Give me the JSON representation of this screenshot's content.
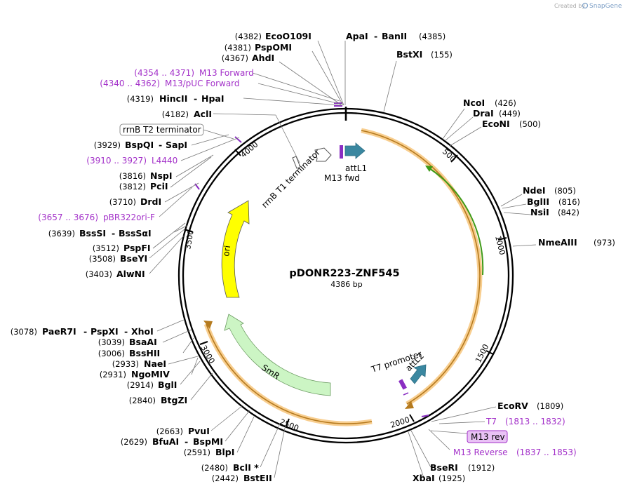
{
  "plasmid": {
    "name": "pDONR223-ZNF545",
    "size": "4386 bp"
  },
  "credit": {
    "prefix": "Created by",
    "brand": "SnapGene"
  },
  "ticks": [
    "500",
    "1000",
    "1500",
    "2000",
    "2500",
    "3000",
    "3500",
    "4000"
  ],
  "colors": {
    "primer": "#a331c9",
    "ori": "#ffff00",
    "smr": "#ccf5c4",
    "att": "#3a87a0",
    "ampr_halo": "#f7c67b",
    "orf_line": "#3f9a17"
  },
  "sites": [
    {
      "name": "EcoO109I",
      "pos": "(4382)"
    },
    {
      "name": "PspOMI",
      "pos": "(4381)"
    },
    {
      "name": "AhdI",
      "pos": "(4367)"
    },
    {
      "name": "HincII",
      "sep": "-",
      "name2": "HpaI",
      "pos": "(4319)"
    },
    {
      "name": "AclI",
      "pos": "(4182)"
    },
    {
      "name": "BspQI",
      "sep": "-",
      "name2": "SapI",
      "pos": "(3929)"
    },
    {
      "name": "NspI",
      "pos": "(3816)"
    },
    {
      "name": "PciI",
      "pos": "(3812)"
    },
    {
      "name": "DrdI",
      "pos": "(3710)"
    },
    {
      "name": "BssSI",
      "sep": "-",
      "name2": "BssSαI",
      "pos": "(3639)"
    },
    {
      "name": "PspFI",
      "pos": "(3512)"
    },
    {
      "name": "BseYI",
      "pos": "(3508)"
    },
    {
      "name": "AlwNI",
      "pos": "(3403)"
    },
    {
      "name": "PaeR7I",
      "sep": "-",
      "name2": "PspXI",
      "sep2": "-",
      "name3": "XhoI",
      "pos": "(3078)"
    },
    {
      "name": "BsaAI",
      "pos": "(3039)"
    },
    {
      "name": "BssHII",
      "pos": "(3006)"
    },
    {
      "name": "NaeI",
      "pos": "(2933)"
    },
    {
      "name": "NgoMIV",
      "pos": "(2931)"
    },
    {
      "name": "BglI",
      "pos": "(2914)"
    },
    {
      "name": "BtgZI",
      "pos": "(2840)"
    },
    {
      "name": "PvuI",
      "pos": "(2663)"
    },
    {
      "name": "BfuAI",
      "sep": "-",
      "name2": "BspMI",
      "pos": "(2629)"
    },
    {
      "name": "BlpI",
      "pos": "(2591)"
    },
    {
      "name": "BclI *",
      "pos": "(2480)"
    },
    {
      "name": "BstEII",
      "pos": "(2442)"
    },
    {
      "name": "ApaI",
      "sep": "-",
      "name2": "BanII",
      "pos": "(4385)"
    },
    {
      "name": "BstXI",
      "pos": "(155)"
    },
    {
      "name": "NcoI",
      "pos": "(426)"
    },
    {
      "name": "DraI",
      "pos": "(449)"
    },
    {
      "name": "EcoNI",
      "pos": "(500)"
    },
    {
      "name": "NdeI",
      "pos": "(805)"
    },
    {
      "name": "BglII",
      "pos": "(816)"
    },
    {
      "name": "NsiI",
      "pos": "(842)"
    },
    {
      "name": "NmeAIII",
      "pos": "(973)"
    },
    {
      "name": "EcoRV",
      "pos": "(1809)"
    },
    {
      "name": "BseRI",
      "pos": "(1912)"
    },
    {
      "name": "XbaI",
      "pos": "(1925)"
    }
  ],
  "primers": [
    {
      "range": "(4354 .. 4371)",
      "name": "M13 Forward"
    },
    {
      "range": "(4340 .. 4362)",
      "name": "M13/pUC Forward"
    },
    {
      "range": "(3910 .. 3927)",
      "name": "L4440"
    },
    {
      "range": "(3657 .. 3676)",
      "name": "pBR322ori-F"
    },
    {
      "name": "T7",
      "range": "(1813 .. 1832)"
    },
    {
      "name": "M13 rev"
    },
    {
      "name": "M13 Reverse",
      "range": "(1837 .. 1853)"
    }
  ],
  "features": {
    "rrnb_t2": "rrnB T2 terminator",
    "rrnb_t1": "rrnB T1 terminator",
    "attl1": "attL1",
    "m13fwd": "M13 fwd",
    "ori": "ori",
    "smr": "SmR",
    "t7promoter": "T7 promoter",
    "attl2": "attL2"
  }
}
